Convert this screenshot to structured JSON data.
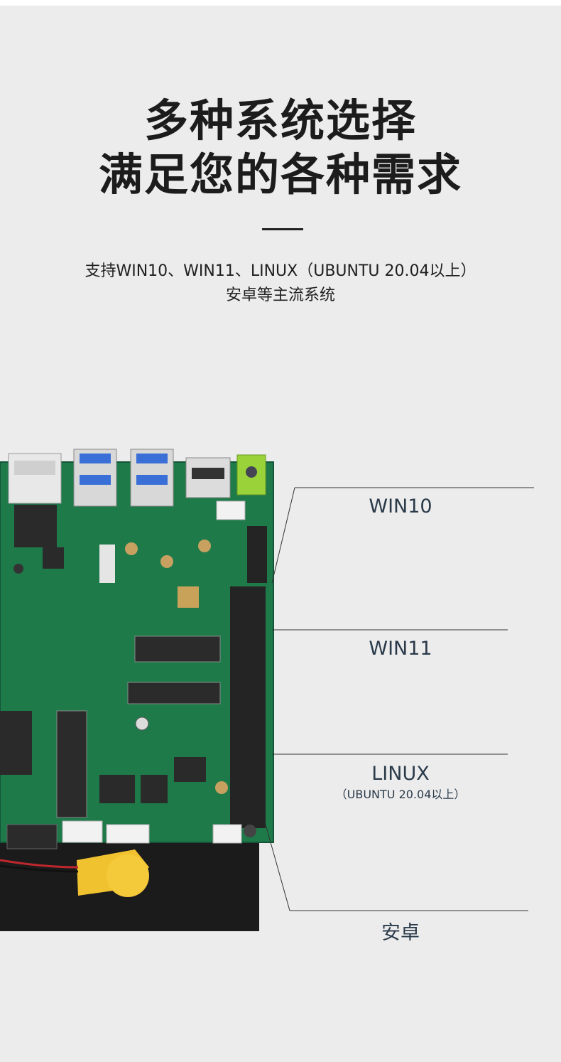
{
  "headline": {
    "line1": "多种系统选择",
    "line2": "满足您的各种需求"
  },
  "subtitle": {
    "line1": "支持WIN10、WIN11、LINUX（UBUNTU 20.04以上）",
    "line2": "安卓等主流系统"
  },
  "os_options": [
    {
      "label": "WIN10"
    },
    {
      "label": "WIN11"
    },
    {
      "label": "LINUX",
      "note": "（UBUNTU 20.04以上）"
    },
    {
      "label": "安卓"
    }
  ],
  "colors": {
    "background": "#ececec",
    "pcb": "#1f7a4a",
    "line": "#333333"
  }
}
